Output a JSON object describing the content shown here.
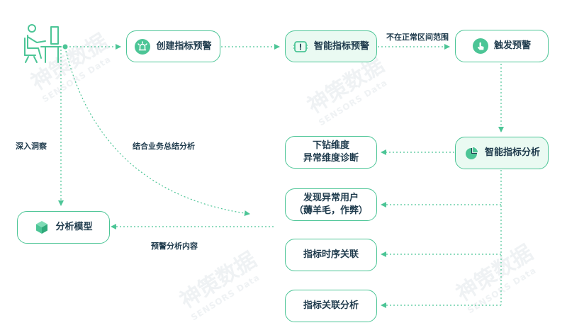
{
  "watermark": {
    "text": "神策数据",
    "sub": "SENSORS Data"
  },
  "nodes": {
    "create": "创建指标预警",
    "smart_warning": "智能指标预警",
    "trigger": "触发预警",
    "smart_analysis": "智能指标分析",
    "drill_line1": "下钻维度",
    "drill_line2": "异常维度诊断",
    "abnormal_line1": "发现异常用户",
    "abnormal_line2": "（薅羊毛，作弊）",
    "timing": "指标时序关联",
    "correlation": "指标关联分析",
    "model": "分析模型"
  },
  "edges": {
    "not_normal": "不在正常区间范围",
    "deep_insight": "深入洞察",
    "combine": "结合业务总结分析",
    "warn_analysis": "预警分析内容"
  },
  "colors": {
    "accent": "#4cc596",
    "text": "#1f3b4d",
    "fill": "#eafaf2"
  },
  "icons": [
    "user-at-desk-icon",
    "alarm-light-icon",
    "alert-chip-icon",
    "tap-hand-icon",
    "pie-chart-icon",
    "cube-icon"
  ]
}
